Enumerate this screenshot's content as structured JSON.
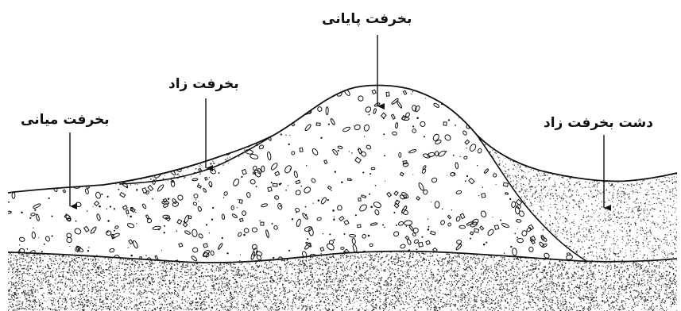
{
  "labels": {
    "terminal_moraine": "بخرفت پایانی",
    "ablation_moraine": "بخرفت زاد",
    "medial_moraine": "بخرفت میانی",
    "outwash_plain": "دشت بخرفت زاد"
  },
  "colors": {
    "ink": "#111111",
    "background": "#ffffff"
  }
}
